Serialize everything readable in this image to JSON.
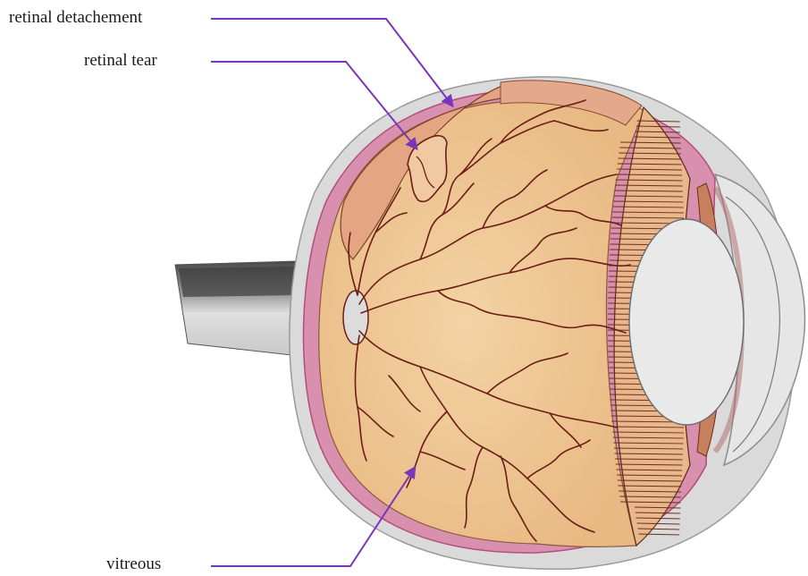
{
  "labels": {
    "retinal_detachment": "retinal detachement",
    "retinal_tear": "retinal tear",
    "vitreous": "vitreous"
  },
  "colors": {
    "leader_line": "#7a35b8",
    "vessel": "#6b1d16",
    "retina_fill": "#eec694",
    "detached_retina": "#e7ab86",
    "sclera": "#d9d9d9",
    "choroid": "#d77aa0",
    "ciliary": "#b77a52",
    "lens": "#e8e8e8"
  }
}
